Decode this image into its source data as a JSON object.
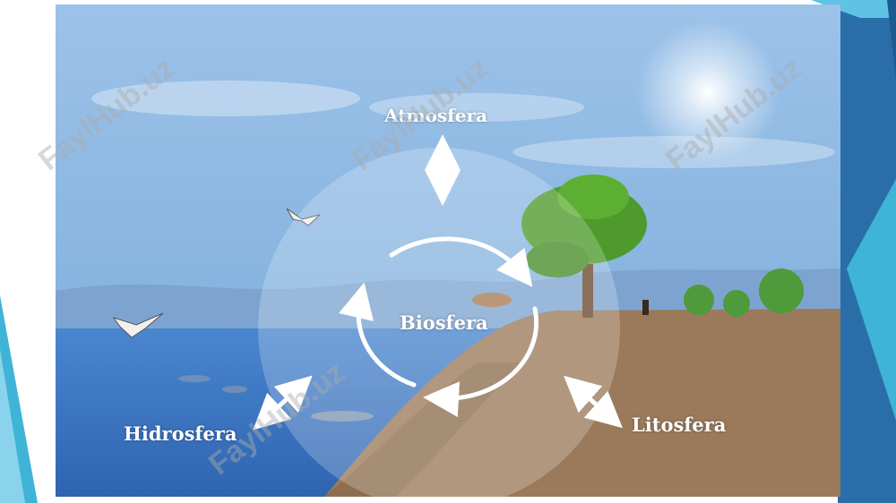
{
  "diagram": {
    "labels": {
      "atmosphere": "Atmosfera",
      "biosphere": "Biosfera",
      "hydrosphere": "Hidrosfera",
      "lithosphere": "Litosfera"
    },
    "watermark": "FaylHub.uz"
  },
  "colors": {
    "sky": "#8fb9e2",
    "sea": "#3f78c4",
    "land": "#9a7a5a",
    "decor_blue": "#2f73b5",
    "decor_cyan": "#3fb4d6"
  }
}
